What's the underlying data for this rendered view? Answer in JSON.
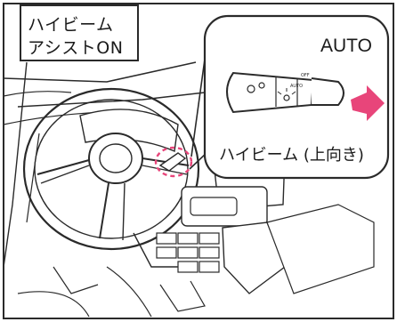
{
  "status_box": {
    "line1": "ハイビーム",
    "line2": "アシストON"
  },
  "callout": {
    "mode_label": "AUTO",
    "direction_label": "ハイビーム (上向き)",
    "lever_marks": [
      "AUTO",
      "OFF"
    ]
  },
  "colors": {
    "line": "#2a2a2a",
    "arrow": "#e8457a",
    "highlight": "#e8457a"
  }
}
